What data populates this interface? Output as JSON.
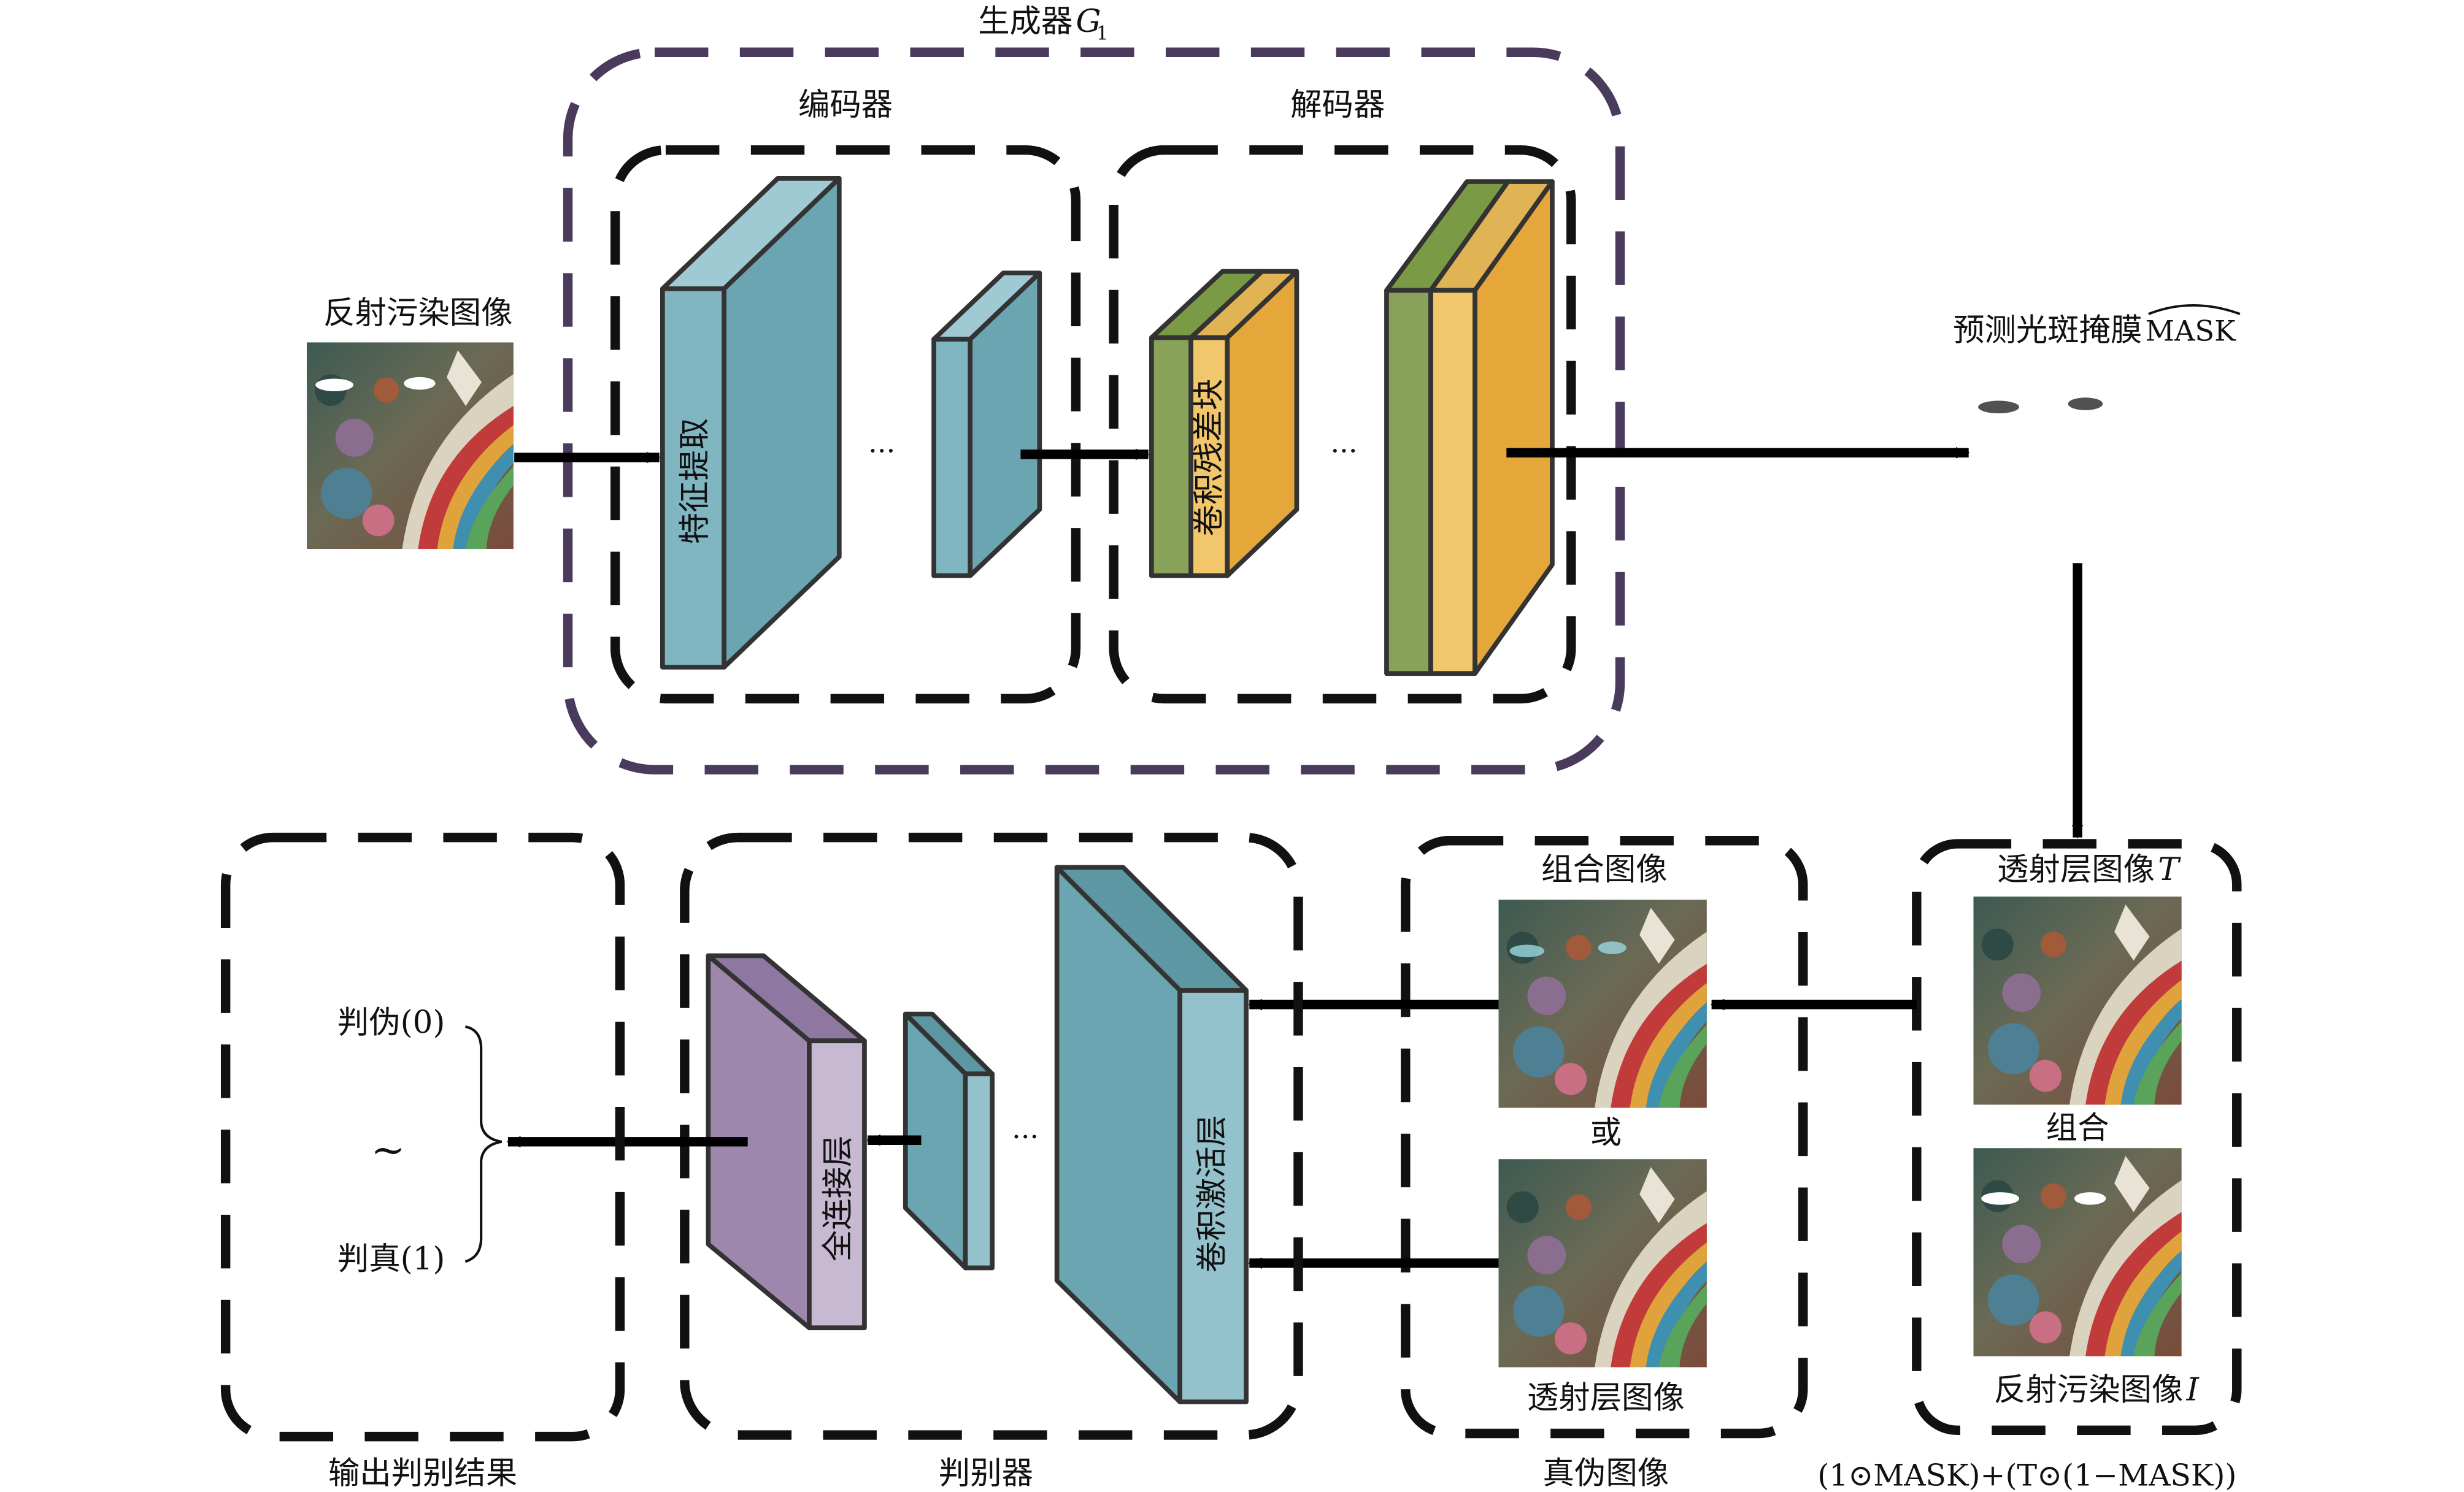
{
  "generator": {
    "title_main": "生成器",
    "title_var": "G",
    "title_sub": "1",
    "encoder_label": "编码器",
    "decoder_label": "解码器",
    "feature_extraction": "特征提取",
    "conv_residual_block": "卷积残差块",
    "ellipsis": "···"
  },
  "input_image_label": "反射污染图像",
  "predicted_mask_label": "预测光斑掩膜",
  "predicted_mask_symbol": "MASK",
  "transmission": {
    "label_main": "透射层图像",
    "label_var": "T",
    "combine_label": "组合",
    "reflection_label_main": "反射污染图像",
    "reflection_label_var": "I"
  },
  "formula": "(1⊙MASK)+(T⊙(1−MASK))",
  "fake_real": {
    "combined_label": "组合图像",
    "or_label": "或",
    "transmission_label": "透射层图像",
    "group_label": "真伪图像"
  },
  "discriminator": {
    "group_label": "判别器",
    "fully_connected": "全连接层",
    "conv_activation": "卷积激活层",
    "ellipsis": "···"
  },
  "output": {
    "group_label": "输出判别结果",
    "fake_label": "判伪(0)",
    "tilde": "~",
    "real_label": "判真(1)"
  },
  "colors": {
    "teal_front": "#80b6c1",
    "teal_side": "#6aa5b1",
    "teal_top": "#9fcad3",
    "green": "#88a25a",
    "light_orange": "#f2c66a",
    "orange": "#e5a73a",
    "purple_front": "#c8b9d3",
    "purple_side": "#9d87ad",
    "generator_border": "#4a3a5c"
  }
}
